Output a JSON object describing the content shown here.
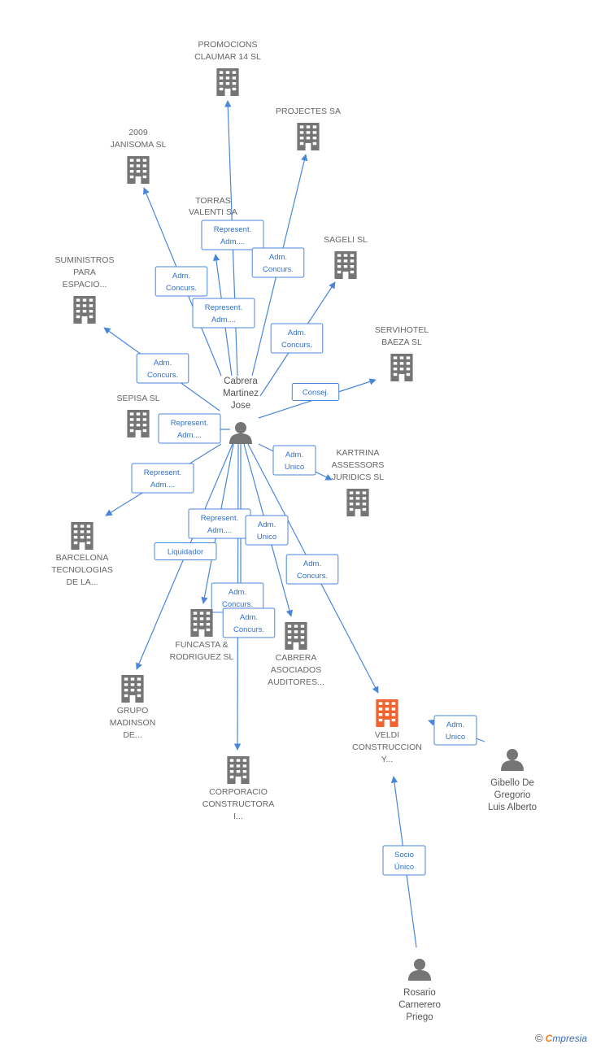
{
  "companies": [
    {
      "id": "promocions",
      "lines": [
        "PROMOCIONS",
        "CLAUMAR 14 SL"
      ],
      "highlight": false
    },
    {
      "id": "projectes",
      "lines": [
        "PROJECTES SA"
      ],
      "highlight": false
    },
    {
      "id": "janisoma",
      "lines": [
        "2009",
        "JANISOMA SL"
      ],
      "highlight": false
    },
    {
      "id": "torras",
      "lines": [
        "TORRAS",
        "VALENTI SA"
      ],
      "highlight": false
    },
    {
      "id": "sageli",
      "lines": [
        "SAGELI SL"
      ],
      "highlight": false
    },
    {
      "id": "suministros",
      "lines": [
        "SUMINISTROS",
        "PARA",
        "ESPACIO..."
      ],
      "highlight": false
    },
    {
      "id": "servihotel",
      "lines": [
        "SERVIHOTEL",
        "BAEZA SL"
      ],
      "highlight": false
    },
    {
      "id": "sepisa",
      "lines": [
        "SEPISA SL"
      ],
      "highlight": false
    },
    {
      "id": "kartrina",
      "lines": [
        "KARTRINA",
        "ASSESSORS",
        "JURIDICS SL"
      ],
      "highlight": false
    },
    {
      "id": "barcelona",
      "lines": [
        "BARCELONA",
        "TECNOLOGIAS",
        "DE LA..."
      ],
      "highlight": false
    },
    {
      "id": "funcasta",
      "lines": [
        "FUNCASTA &",
        "RODRIGUEZ  SL"
      ],
      "highlight": false
    },
    {
      "id": "cabrera_aud",
      "lines": [
        "CABRERA",
        "ASOCIADOS",
        "AUDITORES..."
      ],
      "highlight": false
    },
    {
      "id": "grupo",
      "lines": [
        "GRUPO",
        "MADINSON",
        "DE..."
      ],
      "highlight": false
    },
    {
      "id": "veldi",
      "lines": [
        "VELDI",
        "CONSTRUCCION",
        "Y..."
      ],
      "highlight": true
    },
    {
      "id": "corporacio",
      "lines": [
        "CORPORACIO",
        "CONSTRUCTORA",
        "I..."
      ],
      "highlight": false
    }
  ],
  "persons": [
    {
      "id": "cabrera",
      "lines": [
        "Cabrera",
        "Martinez",
        "Jose"
      ]
    },
    {
      "id": "gibello",
      "lines": [
        "Gibello De",
        "Gregorio",
        "Luis Alberto"
      ]
    },
    {
      "id": "rosario",
      "lines": [
        "Rosario",
        "Carnerero",
        "Priego"
      ]
    }
  ],
  "edges": [
    {
      "from": "cabrera",
      "to": "promocions",
      "label": [
        "Represent.",
        "Adm...."
      ]
    },
    {
      "from": "cabrera",
      "to": "projectes",
      "label": [
        "Adm.",
        "Concurs."
      ]
    },
    {
      "from": "cabrera",
      "to": "janisoma",
      "label": [
        "Adm.",
        "Concurs."
      ]
    },
    {
      "from": "cabrera",
      "to": "torras",
      "label": [
        "Represent.",
        "Adm...."
      ]
    },
    {
      "from": "cabrera",
      "to": "sageli",
      "label": [
        "Adm.",
        "Concurs."
      ]
    },
    {
      "from": "cabrera",
      "to": "suministros",
      "label": [
        "Adm.",
        "Concurs."
      ]
    },
    {
      "from": "cabrera",
      "to": "servihotel",
      "label": [
        "Consej."
      ]
    },
    {
      "from": "cabrera",
      "to": "sepisa",
      "label": [
        "Represent.",
        "Adm...."
      ]
    },
    {
      "from": "cabrera",
      "to": "kartrina",
      "label": [
        "Adm.",
        "Unico"
      ]
    },
    {
      "from": "cabrera",
      "to": "barcelona",
      "label": [
        "Represent.",
        "Adm...."
      ]
    },
    {
      "from": "cabrera",
      "to": "funcasta",
      "label": [
        "Represent.",
        "Adm...."
      ]
    },
    {
      "from": "cabrera",
      "to": "cabrera_aud",
      "label": [
        "Adm.",
        "Unico"
      ]
    },
    {
      "from": "cabrera",
      "to": "grupo",
      "label": [
        "Liquidador"
      ]
    },
    {
      "from": "cabrera",
      "to": "veldi",
      "label": [
        "Adm.",
        "Concurs."
      ]
    },
    {
      "from": "cabrera",
      "to": "corporacio",
      "label": [
        "Adm.",
        "Concurs."
      ]
    },
    {
      "from": "cabrera",
      "to": "funcasta",
      "label": [
        "Adm.",
        "Concurs."
      ]
    },
    {
      "from": "gibello",
      "to": "veldi",
      "label": [
        "Adm.",
        "Unico"
      ]
    },
    {
      "from": "rosario",
      "to": "veldi",
      "label": [
        "Socio",
        "Único"
      ]
    }
  ],
  "footer": {
    "copyright": "©",
    "brand_first": "C",
    "brand_rest": "mpresia"
  }
}
